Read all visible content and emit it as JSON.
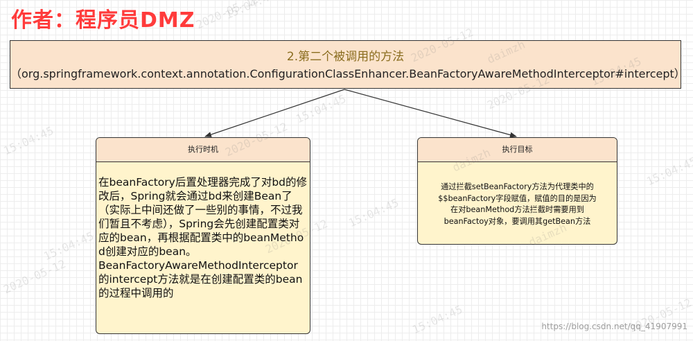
{
  "header": {
    "author": "作者：程序员DMZ"
  },
  "top_box": {
    "title": "2.第二个被调用的方法",
    "subtitle": "（org.springframework.context.annotation.ConfigurationClassEnhancer.BeanFactoryAwareMethodInterceptor#intercept）"
  },
  "left_card": {
    "title": "执行时机",
    "paragraphs": [
      "在beanFactory后置处理器完成了对bd的修改后，Spring就会通过bd来创建Bean了（实际上中间还做了一些别的事情，不过我们暂且不考虑），Spring会先创建配置类对应的bean，再根据配置类中的beanMethod创建对应的bean。",
      "BeanFactoryAwareMethodInterceptor的intercept方法就是在创建配置类的bean的过程中调用的"
    ]
  },
  "right_card": {
    "title": "执行目标",
    "lines": [
      "通过拦截setBeanFactory方法为代理类中的",
      "$$beanFactory字段赋值，赋值的目的是因为",
      "在对beanMethod方法拦截时需要用到",
      "beanFactoy对象，要调用其getBean方法"
    ]
  },
  "watermarks": {
    "date": "2020-05-12",
    "time": "15:04:45",
    "user": "daimzh"
  },
  "csdn_mark": "https://blog.csdn.net/qq_41907991"
}
